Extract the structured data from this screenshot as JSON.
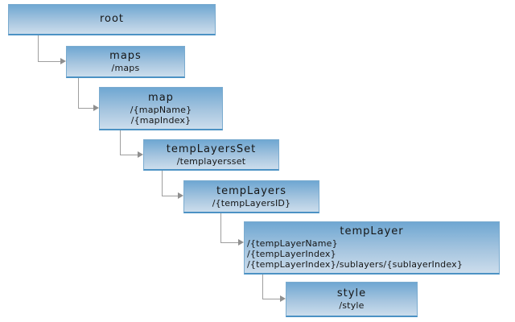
{
  "diagram": {
    "title": "REST resource hierarchy tree",
    "background_color": "#ffffff",
    "node_fill_top": "#6fa7d2",
    "node_fill_bottom": "#ccddec",
    "node_border_color": "#7aabcf",
    "node_border_bottom_color": "#4c92c4",
    "connector_color": "#9e9e9e",
    "text_color": "#161616"
  },
  "nodes": [
    {
      "title": "root",
      "paths": []
    },
    {
      "title": "maps",
      "paths": [
        "/maps"
      ]
    },
    {
      "title": "map",
      "paths": [
        "/{mapName}",
        "/{mapIndex}"
      ]
    },
    {
      "title": "tempLayersSet",
      "paths": [
        "/templayersset"
      ]
    },
    {
      "title": "tempLayers",
      "paths": [
        "/{tempLayersID}"
      ]
    },
    {
      "title": "tempLayer",
      "paths": [
        "/{tempLayerName}",
        "/{tempLayerIndex}",
        "/{tempLayerIndex}/sublayers/{sublayerIndex}"
      ]
    },
    {
      "title": "style",
      "paths": [
        "/style"
      ]
    }
  ]
}
